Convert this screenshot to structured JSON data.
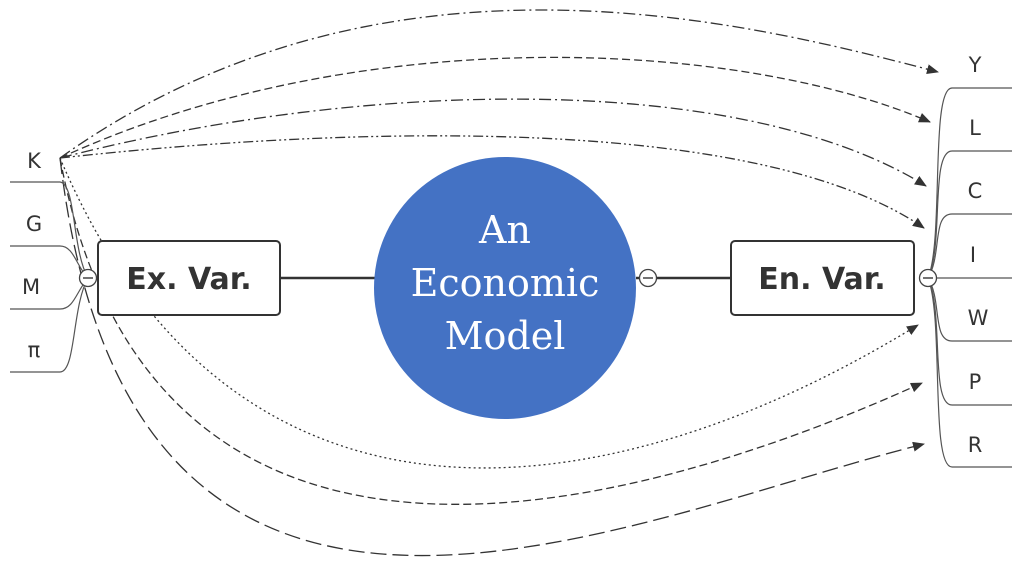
{
  "central_topic": {
    "lines": [
      "An",
      "Economic",
      "Model"
    ],
    "color": "#4472c4"
  },
  "exogenous": {
    "label": "Ex. Var.",
    "items": [
      "K",
      "G",
      "M",
      "π"
    ]
  },
  "endogenous": {
    "label": "En. Var.",
    "items": [
      "Y",
      "L",
      "C",
      "I",
      "W",
      "P",
      "R"
    ]
  },
  "relationships": [
    {
      "from": "K",
      "to": "Y",
      "style": "dash-dot"
    },
    {
      "from": "K",
      "to": "L",
      "style": "dashed"
    },
    {
      "from": "K",
      "to": "C",
      "style": "dash-dot"
    },
    {
      "from": "K",
      "to": "I",
      "style": "dash-dot-dot"
    },
    {
      "from": "K",
      "to": "W",
      "style": "dotted"
    },
    {
      "from": "K",
      "to": "P",
      "style": "dashed"
    },
    {
      "from": "K",
      "to": "R",
      "style": "long-dash"
    }
  ],
  "colors": {
    "line": "#333333",
    "box_border": "#333333",
    "box_fill": "#ffffff"
  }
}
